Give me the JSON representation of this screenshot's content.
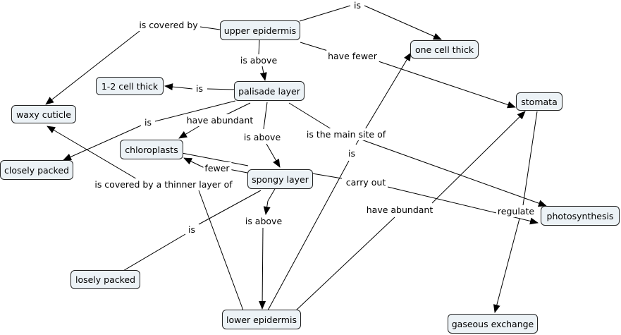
{
  "nodes": {
    "upper_epidermis": "upper epidermis",
    "one_cell_thick": "one cell thick",
    "cell_thick_1_2": "1-2 cell thick",
    "palisade_layer": "palisade layer",
    "stomata": "stomata",
    "waxy_cuticle": "waxy cuticle",
    "chloroplasts": "chloroplasts",
    "closely_packed": "closely packed",
    "spongy_layer": "spongy layer",
    "photosynthesis": "photosynthesis",
    "losely_packed": "losely packed",
    "lower_epidermis": "lower epidermis",
    "gaseous_exchange": "gaseous exchange"
  },
  "links": {
    "ue_is": "is",
    "ue_is_covered_by": "is covered by",
    "ue_is_above": "is above",
    "ue_have_fewer": "have fewer",
    "pl_is": "is",
    "pl_is_closely": "is",
    "pl_have_abundant": "have abundant",
    "pl_is_above": "is above",
    "pl_main_site": "is the main site of",
    "le_is": "is",
    "sl_fewer": "fewer",
    "sl_carry_out": "carry out",
    "le_thinner": "is covered by a thinner layer of",
    "le_have_abundant": "have abundant",
    "st_regulate": "regulate",
    "sl_is": "is",
    "sl_is_above": "is above"
  }
}
